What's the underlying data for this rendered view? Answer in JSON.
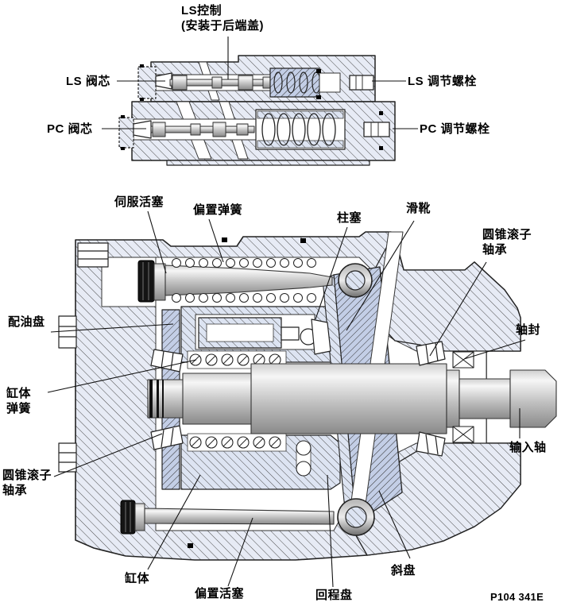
{
  "diagram": {
    "control_unit": {
      "title_note": "LS控制\n(安装于后端盖)",
      "ls_spool": "LS 阀芯",
      "pc_spool": "PC 阀芯",
      "ls_adjust": "LS 调节螺栓",
      "pc_adjust": "PC 调节螺栓"
    },
    "pump": {
      "servo_piston": "伺服活塞",
      "bias_spring": "偏置弹簧",
      "plunger": "柱塞",
      "slipper": "滑靴",
      "bearing_right": "圆锥滚子\n轴承",
      "valve_plate": "配油盘",
      "shaft_seal": "轴封",
      "cylinder_spring": "缸体\n弹簧",
      "input_shaft": "输入轴",
      "bearing_left": "圆锥滚子\n轴承",
      "cylinder_block": "缸体",
      "bias_piston": "偏置活塞",
      "retainer_plate": "回程盘",
      "swashplate": "斜盘"
    },
    "figure_code": "P104 341E",
    "colors": {
      "background": "#ffffff",
      "housing_hatch_bg": "#e7ebf5",
      "block_hatch_bg": "#dde4f2",
      "swash_hatch_bg": "#c3cee6",
      "outline": "#1a1a1a",
      "leader_line": "#111111"
    }
  }
}
